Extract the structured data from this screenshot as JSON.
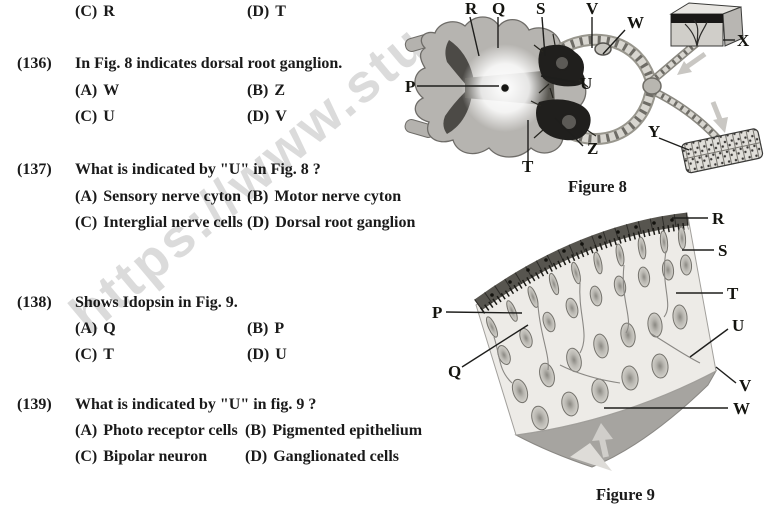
{
  "page": {
    "background": "#ffffff",
    "text_color": "#1a1a1a",
    "watermark_color": "#c4c4c4"
  },
  "watermark": {
    "text": "https://www.stu"
  },
  "questions": [
    {
      "number": "",
      "text": "",
      "options": [
        {
          "label": "(C)",
          "text": "R"
        },
        {
          "label": "(D)",
          "text": "T"
        }
      ]
    },
    {
      "number": "(136)",
      "text": "In Fig. 8 indicates dorsal root ganglion.",
      "options": [
        {
          "label": "(A)",
          "text": "W"
        },
        {
          "label": "(B)",
          "text": "Z"
        },
        {
          "label": "(C)",
          "text": "U"
        },
        {
          "label": "(D)",
          "text": "V"
        }
      ]
    },
    {
      "number": "(137)",
      "text": "What is indicated by \"U\" in Fig. 8 ?",
      "options": [
        {
          "label": "(A)",
          "text": "Sensory nerve cyton"
        },
        {
          "label": "(B)",
          "text": "Motor nerve cyton"
        },
        {
          "label": "(C)",
          "text": "Interglial nerve cells"
        },
        {
          "label": "(D)",
          "text": "Dorsal root ganglion"
        }
      ]
    },
    {
      "number": "(138)",
      "text": "Shows Idopsin in Fig. 9.",
      "options": [
        {
          "label": "(A)",
          "text": "Q"
        },
        {
          "label": "(B)",
          "text": "P"
        },
        {
          "label": "(C)",
          "text": "T"
        },
        {
          "label": "(D)",
          "text": "U"
        }
      ]
    },
    {
      "number": "(139)",
      "text": "What is indicated by \"U\" in fig. 9 ?",
      "options": [
        {
          "label": "(A)",
          "text": "Photo receptor cells"
        },
        {
          "label": "(B)",
          "text": "Pigmented epithelium"
        },
        {
          "label": "(C)",
          "text": "Bipolar neuron"
        },
        {
          "label": "(D)",
          "text": "Ganglionated cells"
        }
      ]
    }
  ],
  "figure8": {
    "caption": "Figure 8",
    "description": "Spinal cord cross-section reflex arc with skin receptor block and muscle",
    "labels": [
      "R",
      "Q",
      "S",
      "V",
      "W",
      "X",
      "P",
      "U",
      "Z",
      "T",
      "Y"
    ]
  },
  "figure9": {
    "caption": "Figure 9",
    "description": "Retina layers: pigmented epithelium, photoreceptors, bipolar and ganglion cells",
    "labels": [
      "R",
      "S",
      "T",
      "U",
      "V",
      "W",
      "P",
      "Q"
    ]
  }
}
